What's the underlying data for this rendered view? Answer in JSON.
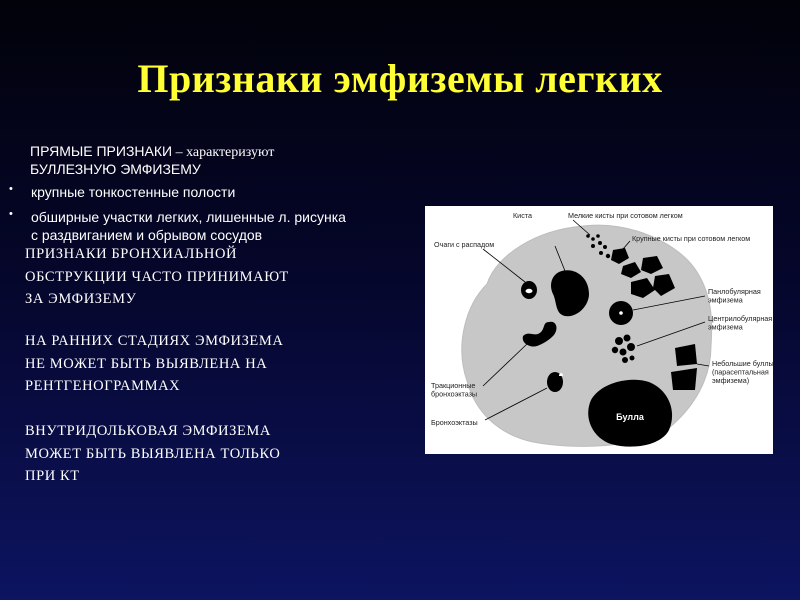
{
  "slide": {
    "title": "Признаки эмфиземы легких",
    "direct_signs_line1": "ПРЯМЫЕ ПРИЗНАКИ",
    "direct_signs_line1b": " – характеризуют",
    "direct_signs_line2": "БУЛЛЕЗНУЮ  ЭМФИЗЕМУ",
    "bullets": [
      "крупные тонкостенные полости",
      "обширные участки легких, лишенные л. рисунка",
      "с раздвиганием и обрывом сосудов"
    ],
    "block1": [
      "ПРИЗНАКИ БРОНХИАЛЬНОЙ",
      "ОБСТРУКЦИИ ЧАСТО  ПРИНИМАЮТ",
      "ЗА ЭМФИЗЕМУ"
    ],
    "block2": [
      "НА РАННИХ СТАДИЯХ ЭМФИЗЕМА",
      "НЕ МОЖЕТ БЫТЬ ВЫЯВЛЕНА НА",
      "РЕНТГЕНОГРАММАХ"
    ],
    "block3": [
      "ВНУТРИДОЛЬКОВАЯ  ЭМФИЗЕМА",
      "МОЖЕТ БЫТЬ ВЫЯВЛЕНА ТОЛЬКО",
      "ПРИ  КТ"
    ]
  },
  "diagram": {
    "labels": {
      "cyst": "Киста",
      "small_cysts": "Мелкие кисты при сотовом легком",
      "large_cysts": "Крупные кисты при сотовом легком",
      "foci": "Очаги с распадом",
      "panlobular_1": "Панлобулярная",
      "panlobular_2": "эмфизема",
      "centrilobular_1": "Центрилобулярная",
      "centrilobular_2": "эмфизема",
      "small_bullae_1": "Небольшие буллы",
      "small_bullae_2": "(парасептальная",
      "small_bullae_3": "эмфизема)",
      "traction_1": "Тракционные",
      "traction_2": "бронхоэктазы",
      "bronchiectasis": "Бронхоэктазы",
      "bulla": "Булла"
    }
  }
}
